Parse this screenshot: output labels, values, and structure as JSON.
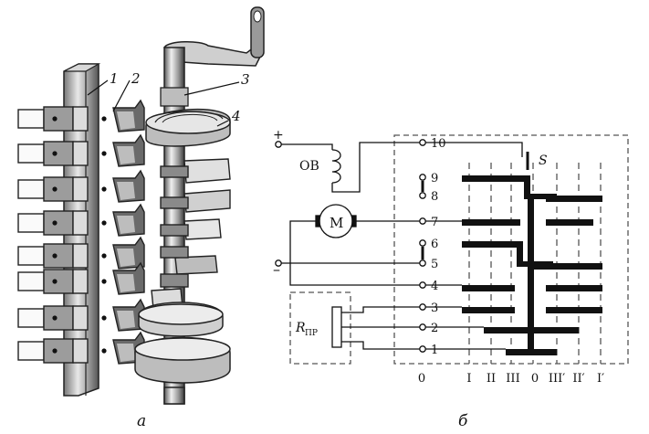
{
  "figure_a": {
    "callouts": [
      "1",
      "2",
      "3",
      "4"
    ],
    "caption": "а"
  },
  "figure_b": {
    "caption": "б",
    "plus": "+",
    "minus": "–",
    "field_winding": "ОВ",
    "motor": "М",
    "resistor_main": "R",
    "resistor_sub": "ПР",
    "switch_label": "S",
    "terminals": [
      "10",
      "9",
      "8",
      "7",
      "6",
      "5",
      "4",
      "3",
      "2",
      "1"
    ],
    "positions": [
      "0",
      "I",
      "II",
      "III",
      "0",
      "III′",
      "II′",
      "I′"
    ]
  },
  "colors": {
    "ink": "#111111",
    "frame_dash": "#555555",
    "mechanism_light": "#f2f2f2",
    "mechanism_mid": "#bdbdbd",
    "mechanism_dark": "#4a4a4a"
  }
}
